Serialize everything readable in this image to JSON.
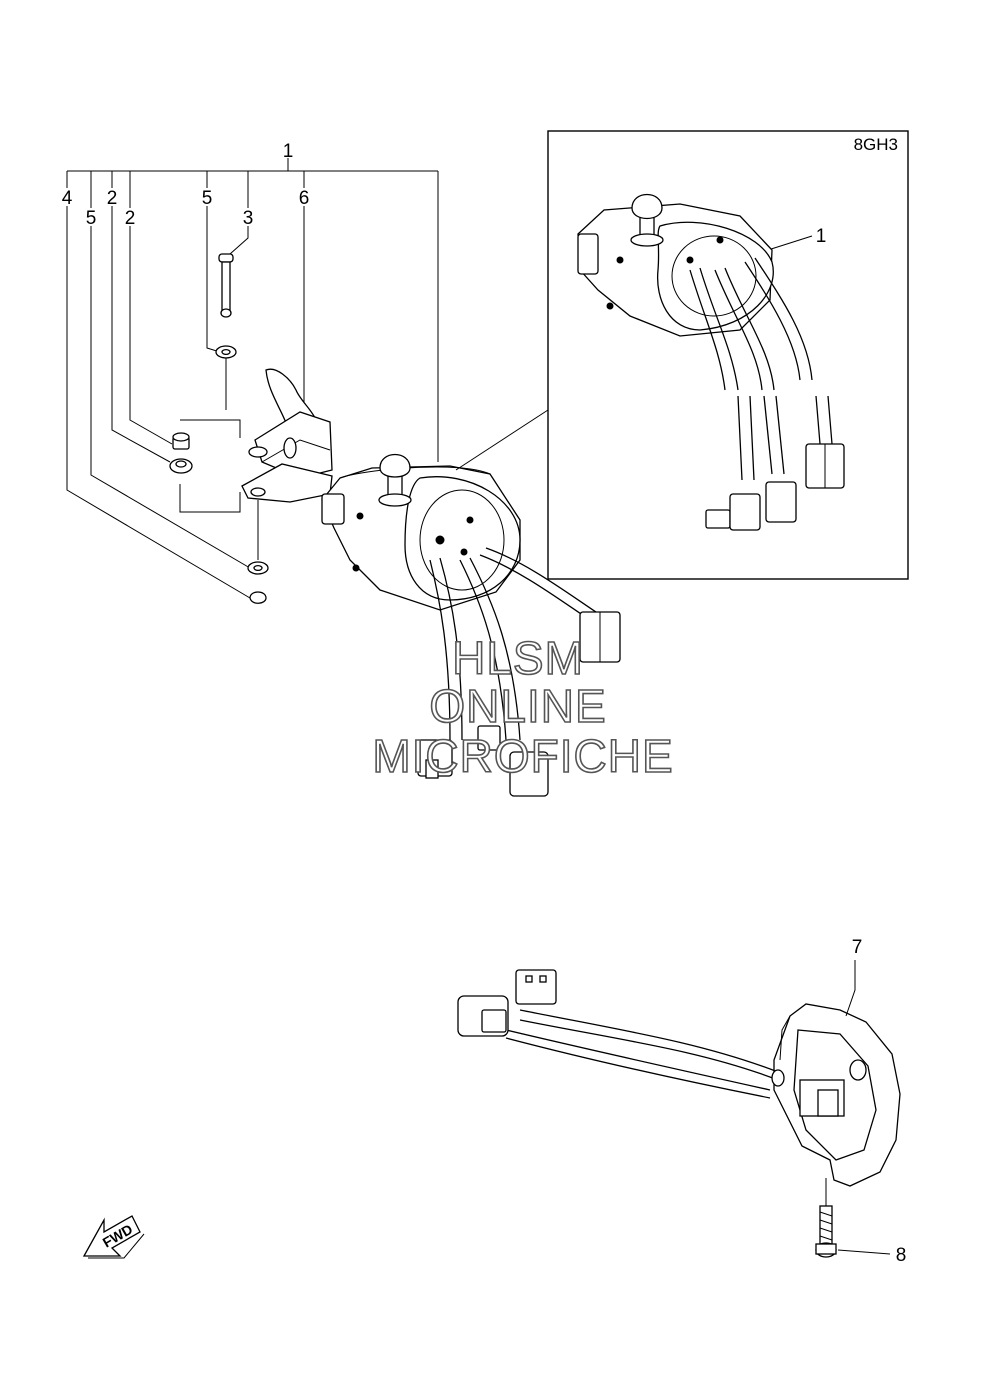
{
  "diagram": {
    "inset_code": "8GH3",
    "callouts": {
      "c1_main": "1",
      "c2a": "2",
      "c2b": "2",
      "c3": "3",
      "c4": "4",
      "c5a": "5",
      "c5b": "5",
      "c6": "6",
      "c1_inset": "1",
      "c7": "7",
      "c8": "8"
    },
    "direction_arrow": "FWD",
    "watermark": {
      "line1": "HLSM",
      "line2": "ONLINE",
      "line3": "MICROFICHE"
    }
  }
}
